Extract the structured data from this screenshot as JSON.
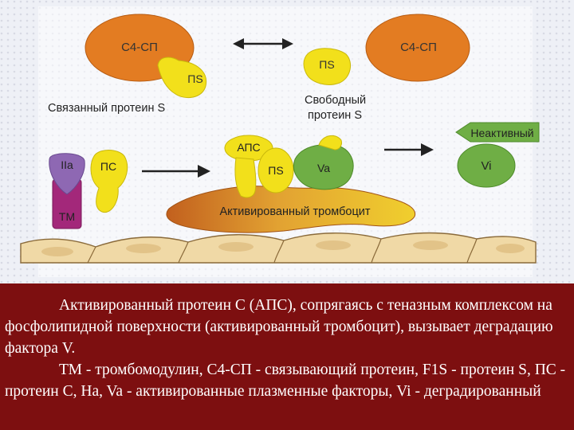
{
  "diagram": {
    "labels": {
      "c4sp_left": "C4-СП",
      "c4sp_right": "C4-СП",
      "ps_left": "ПS",
      "ps_right": "ПS",
      "ps_center": "ПS",
      "bound_protein_s": "Связанный протеин S",
      "free_protein_s_line1": "Свободный",
      "free_protein_s_line2": "протеин S",
      "inactive": "Неактивный",
      "vi": "Vi",
      "iia": "IIa",
      "pc": "ПС",
      "tm": "TM",
      "aps": "АПС",
      "va": "Va",
      "activated_platelet": "Активированный тромбоцит"
    },
    "colors": {
      "orange": "#e37c22",
      "yellow": "#f2e01b",
      "green": "#6fae45",
      "purple": "#8e68b3",
      "magenta": "#a3287a",
      "cell": "#f0d9a6",
      "platelet": "#d8842e"
    }
  },
  "caption": {
    "paragraph1": "Активированный протеин С (АПС), сопрягаясь с теназным комплексом на фосфолипидной поверхности (активированный тромбоцит), вызывает деградацию фактора V.",
    "paragraph2": "ТМ - тромбомодулин, С4-СП - связывающий протеин, F1S - протеин S, ПС - протеин С, Ha, Va - активированные плазменные факторы, Vi - деградированный"
  }
}
